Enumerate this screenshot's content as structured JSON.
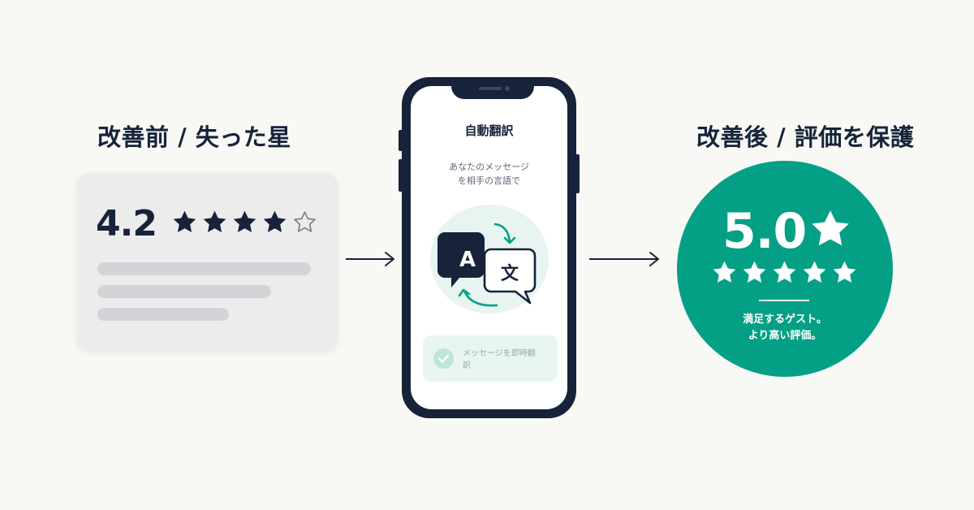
{
  "before": {
    "heading": "改善前 / 失った星",
    "rating": "4.2",
    "stars_filled": 4,
    "stars_total": 5
  },
  "phone": {
    "title": "自動翻訳",
    "subtitle_line1": "あなたのメッセージ",
    "subtitle_line2": "を相手の言語で",
    "bubble_latin": "A",
    "bubble_kanji": "文",
    "toggle_line1": "メッセージを即時翻",
    "toggle_line2": "訳"
  },
  "after": {
    "heading": "改善後 / 評価を保護",
    "rating": "5.0",
    "stars_filled": 5,
    "caption_line1": "満足するゲスト。",
    "caption_line2": "より高い評価。"
  },
  "colors": {
    "navy": "#16233a",
    "teal": "#03a085",
    "card_gray": "#ececed",
    "background": "#f8f8f5"
  },
  "icons": [
    "star-icon",
    "star-outline-icon",
    "arrow-right-icon",
    "translate-icon",
    "check-icon"
  ]
}
